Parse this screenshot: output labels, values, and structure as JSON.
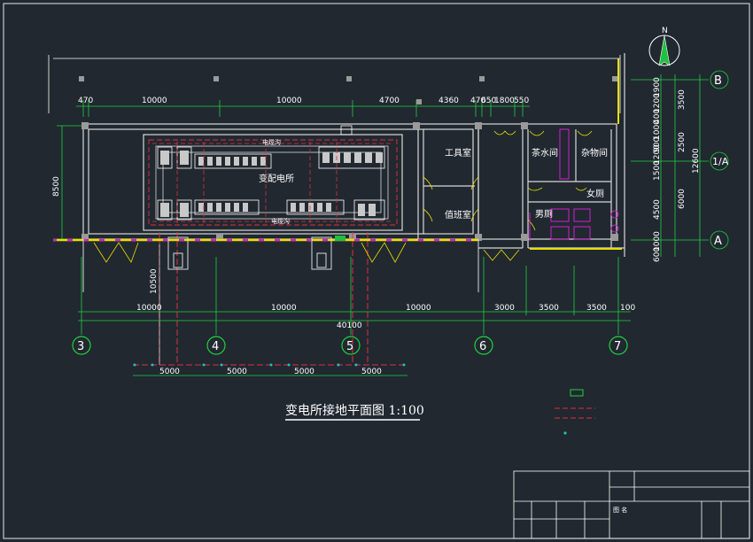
{
  "title": "变电所接地平面图 1:100",
  "north_label": "N",
  "rooms": {
    "substation": "变配电所",
    "tool_room": "工具室",
    "duty_room": "值班室",
    "tea_room": "茶水间",
    "storage": "杂物间",
    "female_wc": "女厕",
    "male_wc": "男厕",
    "cable_trench_top": "电缆沟",
    "cable_trench_bottom": "电缆沟"
  },
  "dims_top": [
    "470",
    "10000",
    "10000",
    "4700",
    "4360",
    "470",
    "650",
    "1800",
    "550"
  ],
  "dims_bottom": [
    "10000",
    "10000",
    "10000",
    "3000",
    "3500",
    "3500",
    "100"
  ],
  "dim_total": "40100",
  "dims_ground": [
    "5000",
    "5000",
    "5000",
    "5000"
  ],
  "dim_left": "8500",
  "dim_left_lower": "10500",
  "dims_right_a": [
    "1900",
    "1200",
    "400",
    "1000",
    "900",
    "1200",
    "1500",
    "4500",
    "1000",
    "600"
  ],
  "dims_right_b": [
    "3500",
    "2500",
    "6000"
  ],
  "dim_right_total": "12600",
  "axes_bottom": [
    "3",
    "4",
    "5",
    "6",
    "7"
  ],
  "axes_right": [
    "B",
    "1/A",
    "A"
  ],
  "title_block_text": "图 名"
}
